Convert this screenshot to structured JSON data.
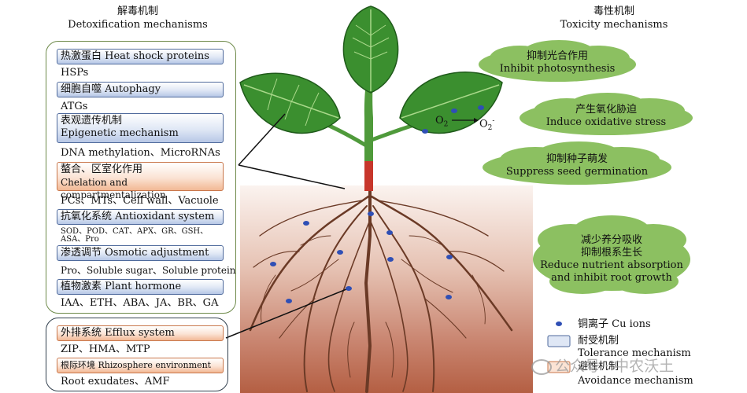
{
  "left_header": {
    "cn": "解毒机制",
    "en": "Detoxification mechanisms"
  },
  "right_header": {
    "cn": "毒性机制",
    "en": "Toxicity mechanisms"
  },
  "tolerance": [
    {
      "box": "热激蛋白 Heat shock proteins",
      "note": "HSPs"
    },
    {
      "box": "细胞自噬 Autophagy",
      "note": "ATGs"
    },
    {
      "box_cn": "表观遗传机制",
      "box_en": "Epigenetic mechanism",
      "note": "DNA methylation、MicroRNAs"
    },
    {
      "box_cn": "螯合、区室化作用",
      "box_en": "Chelation and compartmentalization",
      "note": "PCs、MTs、Cell wall、Vacuole"
    },
    {
      "box": "抗氧化系统 Antioxidant system",
      "note1": "SOD、POD、CAT、APX、GR、GSH、",
      "note2": "ASA、Pro"
    },
    {
      "box": "渗透调节 Osmotic adjustment",
      "note": "Pro、Soluble sugar、Soluble protein"
    },
    {
      "box": "植物激素 Plant hormone",
      "note": "IAA、ETH、ABA、JA、BR、GA"
    }
  ],
  "avoidance": [
    {
      "box": "外排系统 Efflux system",
      "note": "ZIP、HMA、MTP"
    },
    {
      "box": "根际环境 Rhizosphere environment",
      "note": "Root exudates、AMF"
    }
  ],
  "toxicity": [
    {
      "cn": "抑制光合作用",
      "en": "Inhibit photosynthesis"
    },
    {
      "cn": "产生氧化胁迫",
      "en": "Induce oxidative stress"
    },
    {
      "cn": "抑制种子萌发",
      "en": "Suppress seed germination"
    },
    {
      "cn1": "减少养分吸收",
      "cn2": "抑制根系生长",
      "en1": "Reduce nutrient absorption",
      "en2": "and inhibit root growth"
    }
  ],
  "leaf_label": {
    "o2": "O",
    "o2_sub": "2",
    "o2r": "O",
    "o2r_sub": "2",
    "o2r_sup": "-"
  },
  "legend": {
    "cu": "铜离子 Cu ions",
    "tol_cn": "耐受机制",
    "tol_en": "Tolerance mechanism",
    "avo_cn": "避性机制",
    "avo_en": "Avoidance mechanism"
  },
  "watermark": "公众号 · 中农沃土",
  "colors": {
    "panel_green": "#6e8a4a",
    "panel_dark": "#33414f",
    "cloud": "#8cc061",
    "soil": "#b5654a",
    "cu_dot": "#2f4fb5"
  }
}
